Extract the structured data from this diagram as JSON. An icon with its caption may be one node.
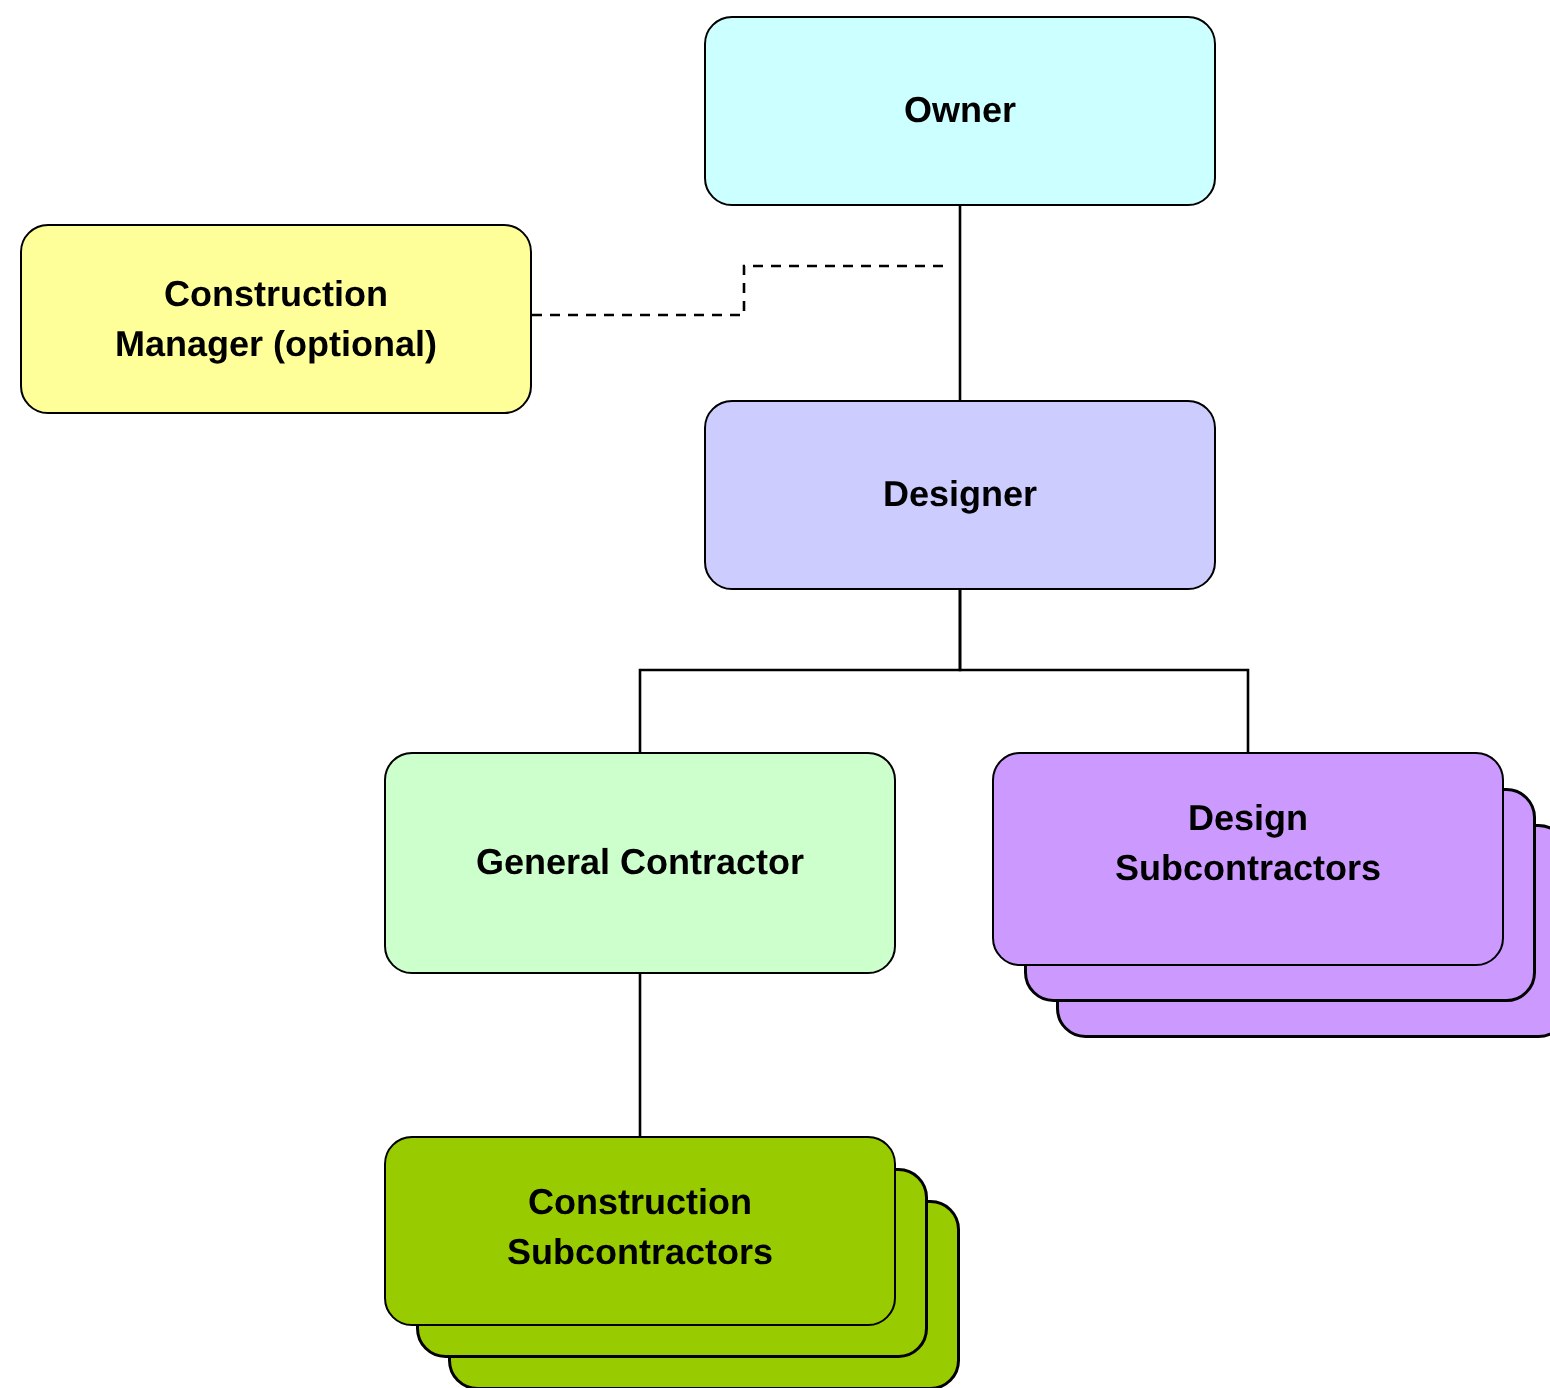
{
  "diagram": {
    "nodes": [
      {
        "text": [
          "Owner"
        ]
      },
      {
        "text": [
          "Construction Manager (optional)"
        ]
      },
      {
        "text": [
          "Designer"
        ]
      },
      {
        "text": [
          "General Contractor"
        ]
      },
      {
        "text": [
          "Design Subcontractors"
        ]
      },
      {
        "text": [
          "Construction Subcontractors"
        ]
      }
    ],
    "edges": [
      {
        "from": 0,
        "to": 2,
        "arrow": "none"
      },
      {
        "from": 1,
        "to": null,
        "arrow": "none",
        "style": "dashed"
      },
      {
        "from": 2,
        "to": 3,
        "arrow": "none"
      },
      {
        "from": 2,
        "to": 4,
        "arrow": "none"
      },
      {
        "from": 3,
        "to": 5,
        "arrow": "none"
      }
    ]
  }
}
